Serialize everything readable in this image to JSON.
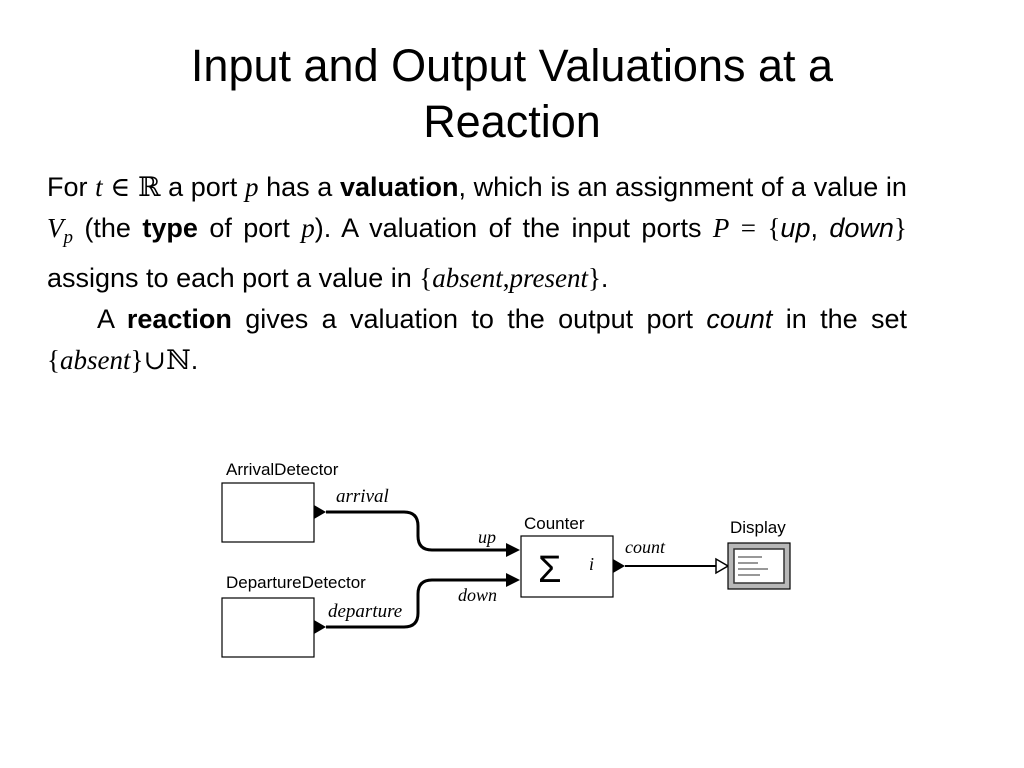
{
  "slide": {
    "title_line1": "Input and Output Valuations at a",
    "title_line2": "Reaction"
  },
  "paragraph1": {
    "for": "For",
    "t": "t",
    "in_sym": "∈",
    "reals": "ℝ",
    "a_port": "a port",
    "p1": "p",
    "has_a": "has a",
    "valuation": "valuation",
    "which_is": ", which is an assignment of a value in",
    "V": "V",
    "V_sub": "p",
    "the": "(the",
    "type": "type",
    "of_port": "of port",
    "p2": "p",
    "close": ").  A valuation of the input ports",
    "P": "P",
    "equals": "=",
    "open_brace": "{",
    "up": "up",
    "comma": ",",
    "down": "down",
    "close_brace": "}",
    "assigns": "assigns to each port a value in",
    "open_brace2": "{",
    "absent": "absent",
    "comma2": ",",
    "present": "present",
    "close_brace2": "}",
    "period": "."
  },
  "paragraph2": {
    "a": "A",
    "reaction": "reaction",
    "gives": "gives a valuation to the output port",
    "count": "count",
    "in_the_set": "in the set",
    "open_brace": "{",
    "absent": "absent",
    "close_brace": "}",
    "union": "∪",
    "naturals": "ℕ",
    "period": "."
  },
  "diagram": {
    "arrival_detector": "ArrivalDetector",
    "departure_detector": "DepartureDetector",
    "counter": "Counter",
    "display": "Display",
    "arrival_port": "arrival",
    "departure_port": "departure",
    "up_port": "up",
    "down_port": "down",
    "count_port": "count",
    "sigma": "Σ",
    "i_label": "i"
  }
}
